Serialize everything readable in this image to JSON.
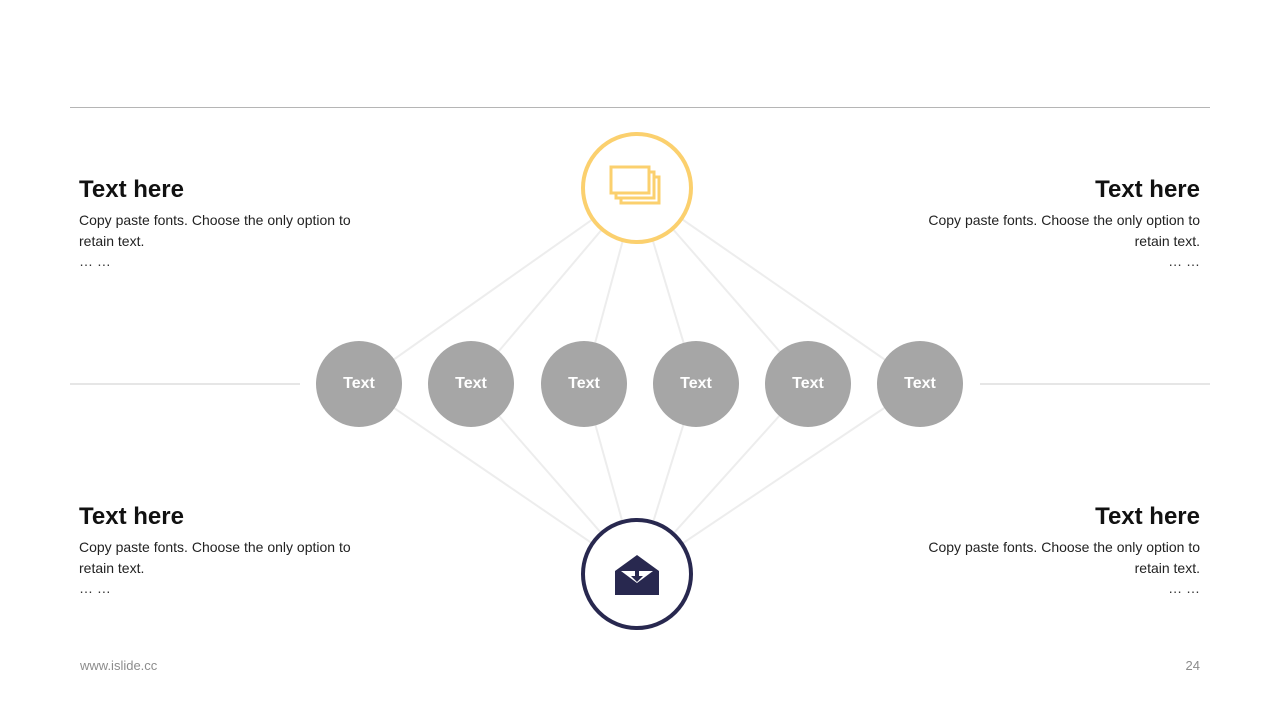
{
  "blocks": [
    {
      "title": "Text here",
      "body": "Copy paste fonts. Choose the only option to retain text.",
      "ellipsis": "… …"
    },
    {
      "title": "Text here",
      "body": "Copy paste fonts. Choose the only option to retain text.",
      "ellipsis": "… …"
    },
    {
      "title": "Text here",
      "body": "Copy paste fonts. Choose the only option to retain text.",
      "ellipsis": "… …"
    },
    {
      "title": "Text here",
      "body": "Copy paste fonts. Choose the only option to retain text.",
      "ellipsis": "… …"
    }
  ],
  "nodes": [
    "Text",
    "Text",
    "Text",
    "Text",
    "Text",
    "Text"
  ],
  "hubs": {
    "top": {
      "icon": "stacked-cards-icon",
      "color": "#fbd06e"
    },
    "bottom": {
      "icon": "mail-download-icon",
      "color": "#28284f"
    }
  },
  "node_color": "#a6a6a6",
  "footer": {
    "website": "www.islide.cc",
    "page_number": "24"
  }
}
